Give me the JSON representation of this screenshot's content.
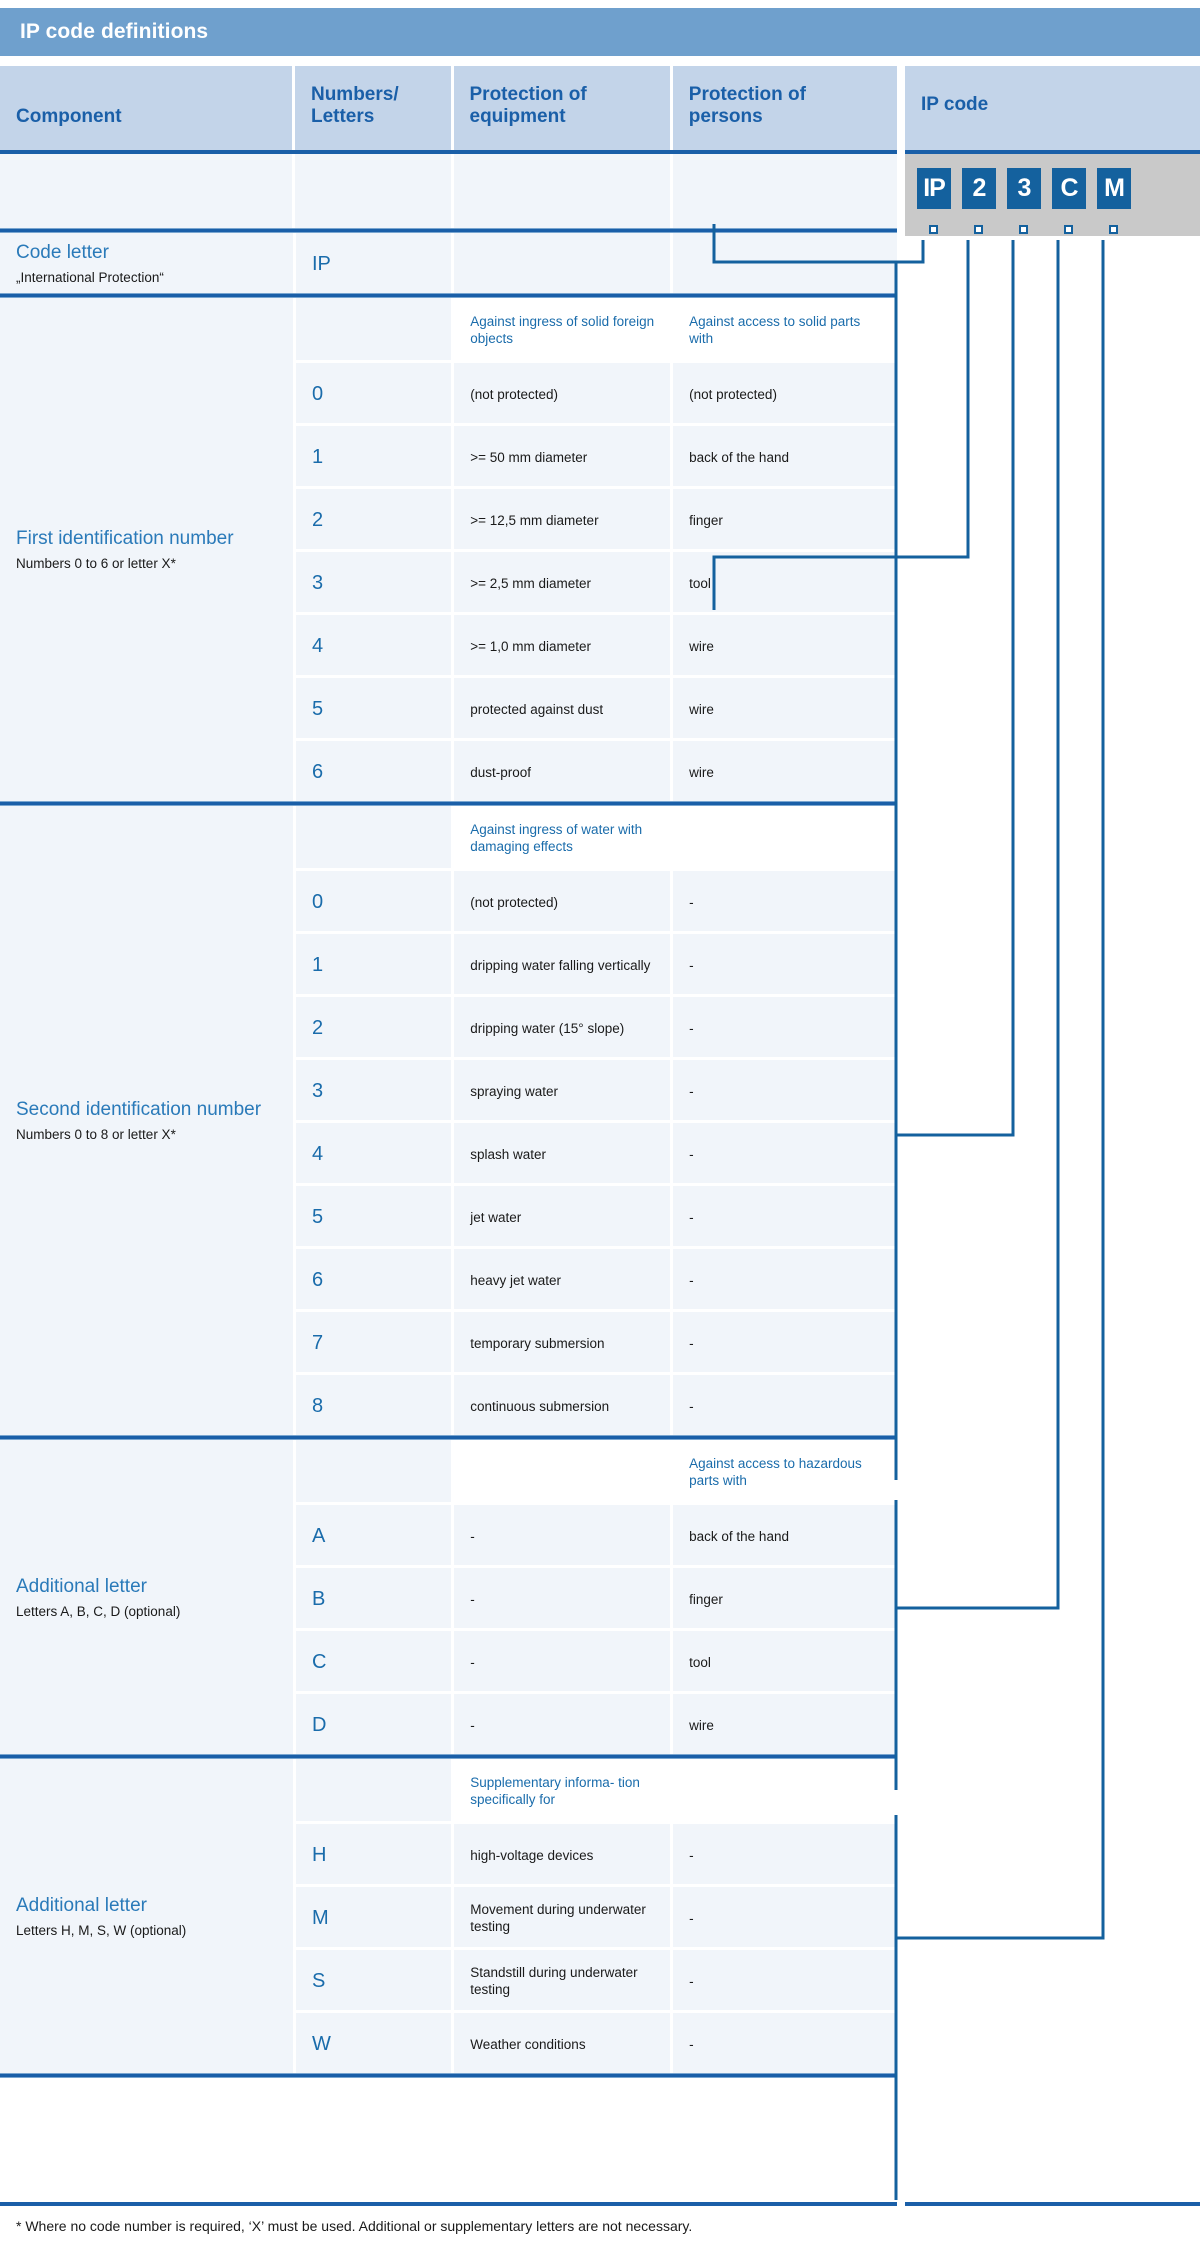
{
  "title": "IP code definitions",
  "header": {
    "columns": [
      "Component",
      "Numbers/\nLetters",
      "Protection of\nequipment",
      "Protection of\npersons"
    ],
    "component": "Component",
    "numbers_letters": "Numbers/ Letters",
    "protection_equipment": "Protection of equipment",
    "protection_persons": "Protection of persons",
    "ip_code": "IP code"
  },
  "ip_code_badges": [
    "IP",
    "2",
    "3",
    "C",
    "M"
  ],
  "sections": [
    {
      "id": "code-letter",
      "label": "Code letter",
      "sublabel": "„International Protection“",
      "subheads": {
        "equipment": "",
        "persons": ""
      },
      "rows": [
        {
          "key": "IP",
          "equipment": "",
          "persons": ""
        }
      ]
    },
    {
      "id": "first-identification-number",
      "label": "First identification number",
      "sublabel": "Numbers 0 to 6 or letter X*",
      "subheads": {
        "equipment": "Against ingress of solid foreign objects",
        "persons": "Against access to solid parts with"
      },
      "rows": [
        {
          "key": "0",
          "equipment": "(not protected)",
          "persons": "(not protected)"
        },
        {
          "key": "1",
          "equipment": ">= 50 mm diameter",
          "persons": "back of the hand"
        },
        {
          "key": "2",
          "equipment": ">= 12,5 mm diameter",
          "persons": "finger"
        },
        {
          "key": "3",
          "equipment": ">= 2,5 mm diameter",
          "persons": "tool"
        },
        {
          "key": "4",
          "equipment": ">= 1,0 mm diameter",
          "persons": "wire"
        },
        {
          "key": "5",
          "equipment": "protected against dust",
          "persons": "wire"
        },
        {
          "key": "6",
          "equipment": "dust-proof",
          "persons": "wire"
        }
      ]
    },
    {
      "id": "second-identification-number",
      "label": "Second identification number",
      "sublabel": "Numbers 0 to 8 or letter X*",
      "subheads": {
        "equipment": "Against ingress of water with damaging effects",
        "persons": ""
      },
      "rows": [
        {
          "key": "0",
          "equipment": "(not protected)",
          "persons": "-"
        },
        {
          "key": "1",
          "equipment": "dripping water falling vertically",
          "persons": "-"
        },
        {
          "key": "2",
          "equipment": "dripping water (15° slope)",
          "persons": "-"
        },
        {
          "key": "3",
          "equipment": "spraying water",
          "persons": "-"
        },
        {
          "key": "4",
          "equipment": "splash water",
          "persons": "-"
        },
        {
          "key": "5",
          "equipment": "jet water",
          "persons": "-"
        },
        {
          "key": "6",
          "equipment": "heavy jet water",
          "persons": "-"
        },
        {
          "key": "7",
          "equipment": "temporary submersion",
          "persons": "-"
        },
        {
          "key": "8",
          "equipment": "continuous submersion",
          "persons": "-"
        }
      ]
    },
    {
      "id": "additional-letter-abcd",
      "label": "Additional letter",
      "sublabel": "Letters A, B, C, D (optional)",
      "subheads": {
        "equipment": "",
        "persons": "Against access to hazardous parts with"
      },
      "rows": [
        {
          "key": "A",
          "equipment": "-",
          "persons": "back of the hand"
        },
        {
          "key": "B",
          "equipment": "-",
          "persons": "finger"
        },
        {
          "key": "C",
          "equipment": "-",
          "persons": "tool"
        },
        {
          "key": "D",
          "equipment": "-",
          "persons": "wire"
        }
      ]
    },
    {
      "id": "additional-letter-hmsw",
      "label": "Additional letter",
      "sublabel": "Letters H, M, S, W (optional)",
      "subheads": {
        "equipment": "Supplementary informa- tion specifically for",
        "persons": ""
      },
      "rows": [
        {
          "key": "H",
          "equipment": "high-voltage devices",
          "persons": "-"
        },
        {
          "key": "M",
          "equipment": "Movement during underwater testing",
          "persons": "-"
        },
        {
          "key": "S",
          "equipment": "Standstill during underwater testing",
          "persons": "-"
        },
        {
          "key": "W",
          "equipment": "Weather conditions",
          "persons": "-"
        }
      ]
    }
  ],
  "footnote": "* Where no code number is required, ‘X’ must be used. Additional or supplementary letters are not necessary.",
  "colors": {
    "title_bar": "#6fa0cd",
    "header_cell": "#c3d4e9",
    "cell": "#f1f5fa",
    "rule": "#1a5fa8",
    "badge": "#14619e",
    "badge_band": "#c9c9c9",
    "accent_text": "#2a7ab9"
  }
}
